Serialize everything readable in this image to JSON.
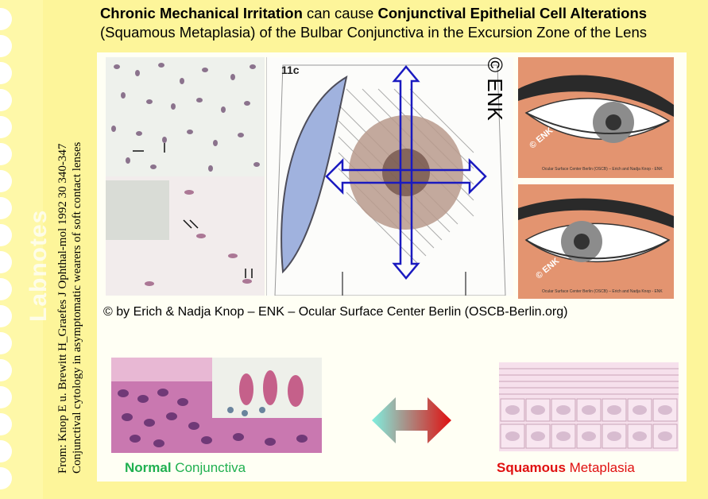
{
  "title": {
    "line1_part1": "Chronic Mechanical Irritation",
    "line1_part2": " can cause ",
    "line1_part3": "Conjunctival Epithelial Cell Alterations",
    "line2": "(Squamous Metaplasia) of the Bulbar Conjunctiva in the Excursion Zone of the Lens"
  },
  "sidebar": {
    "brand": "Labnotes",
    "citation_line1": "From: Knop E u. Brewitt H_Graefes J Ophthal-mol 1992 30 340-347",
    "citation_line2": "Conjunctival cytology in asymptomatic wearers of soft contact lenses"
  },
  "figures": {
    "diagram_label": "11c",
    "diagram_copyright": "© ENK",
    "eye_watermark": "© ENK",
    "eye_caption": "Ocular Surface Center Berlin (OSCB) – Erich and Nadja Knop - ENK"
  },
  "copyright_line": "© by Erich & Nadja Knop – ENK –  Ocular Surface Center Berlin (OSCB-Berlin.org)",
  "captions": {
    "normal_bold": "Normal",
    "normal_rest": " Conjunctiva",
    "squamous_bold": "Squamous",
    "squamous_rest": " Metaplasia"
  },
  "colors": {
    "background": "#fdf59a",
    "panel": "#fffff4",
    "normal_green": "#20b050",
    "metaplasia_red": "#e01010"
  }
}
